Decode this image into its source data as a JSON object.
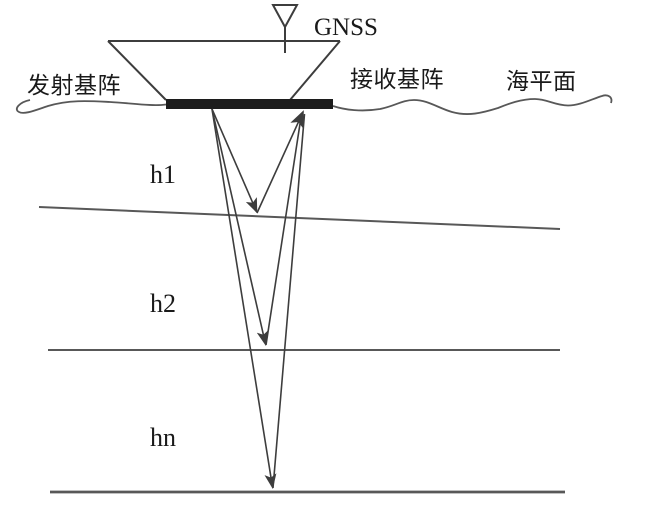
{
  "labels": {
    "gnss": "GNSS",
    "transmit_array": "发射基阵",
    "receive_array": "接收基阵",
    "sea_surface": "海平面",
    "depth_layer1": "h1",
    "depth_layer2": "h2",
    "depth_layern": "hn"
  },
  "colors": {
    "background": "#ffffff",
    "line": "#3d3d3d",
    "boundary": "#585858",
    "transducer": "#1c1c1c",
    "text": "#1a1a1a"
  }
}
